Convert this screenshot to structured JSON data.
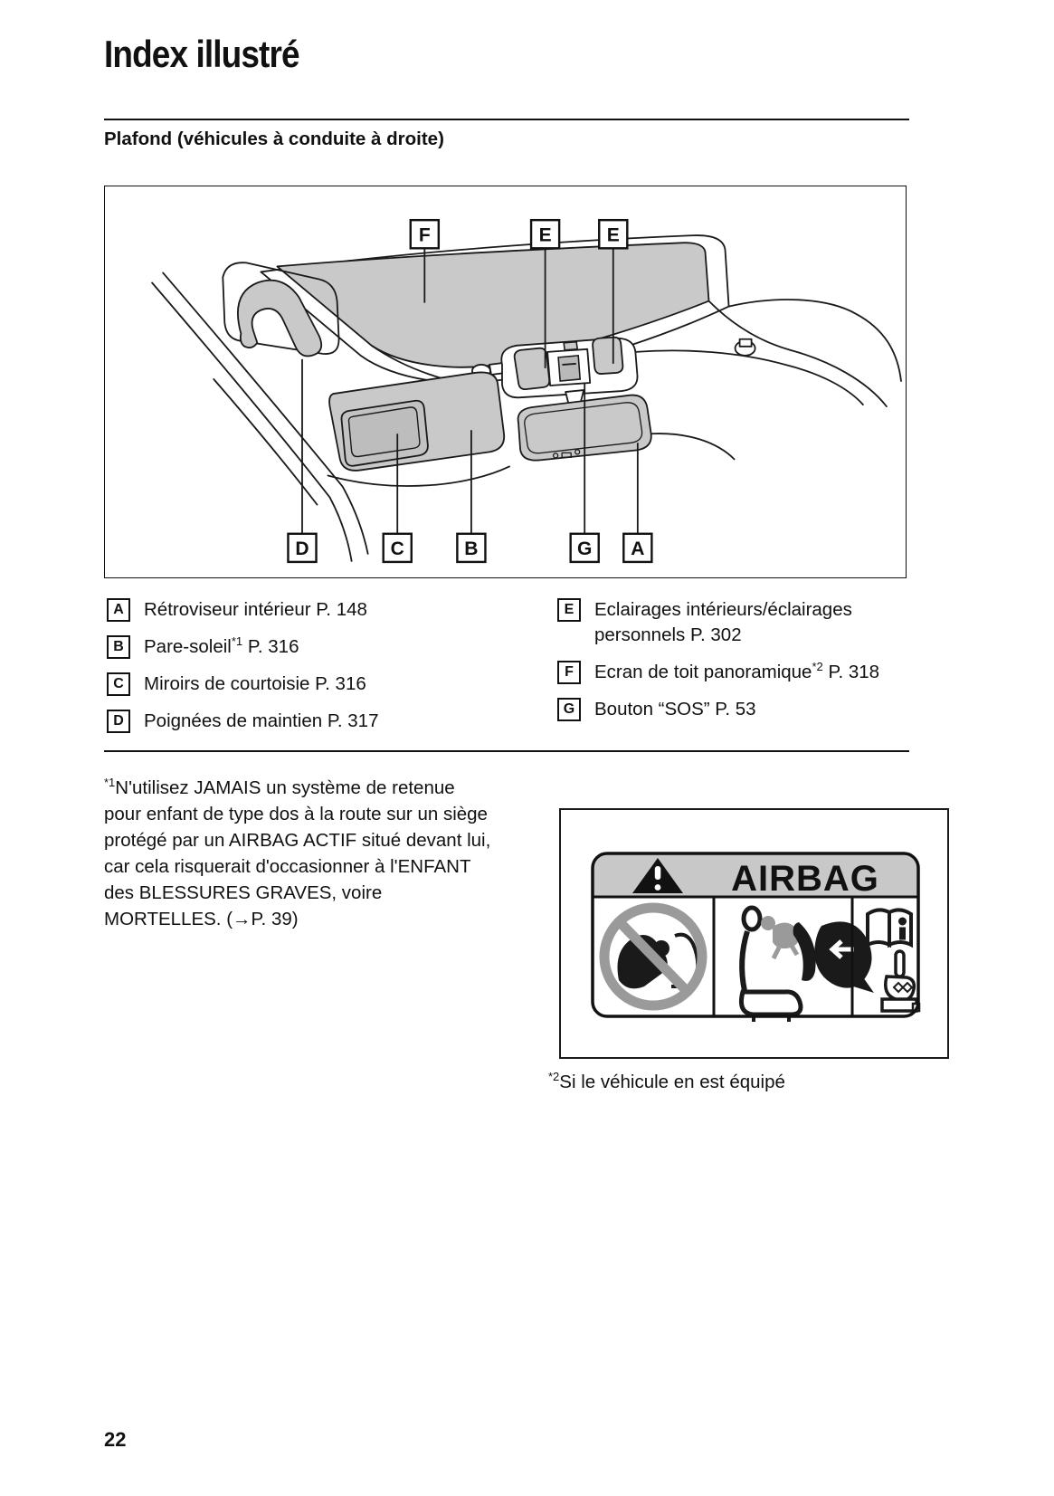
{
  "page": {
    "title": "Index illustré",
    "section_heading": "Plafond (véhicules à conduite à droite)",
    "page_number": "22"
  },
  "diagram": {
    "top_labels": [
      {
        "letter": "F"
      },
      {
        "letter": "E"
      },
      {
        "letter": "E"
      }
    ],
    "bottom_labels": [
      {
        "letter": "D"
      },
      {
        "letter": "C"
      },
      {
        "letter": "B"
      },
      {
        "letter": "G"
      },
      {
        "letter": "A"
      }
    ]
  },
  "legend": {
    "left": [
      {
        "letter": "A",
        "t1": "Rétroviseur intérieur P. 148",
        "sup": "",
        "t2": ""
      },
      {
        "letter": "B",
        "t1": "Pare-soleil",
        "sup": "*1",
        "t2": " P. 316"
      },
      {
        "letter": "C",
        "t1": "Miroirs de courtoisie P. 316",
        "sup": "",
        "t2": ""
      },
      {
        "letter": "D",
        "t1": "Poignées de maintien P. 317",
        "sup": "",
        "t2": ""
      }
    ],
    "right": [
      {
        "letter": "E",
        "t1": "Eclairages intérieurs/éclairages personnels P. 302",
        "sup": "",
        "t2": ""
      },
      {
        "letter": "F",
        "t1": "Ecran de toit panoramique",
        "sup": "*2",
        "t2": " P. 318"
      },
      {
        "letter": "G",
        "t1": "Bouton “SOS” P. 53",
        "sup": "",
        "t2": ""
      }
    ]
  },
  "footnotes": {
    "note1_sup": "*1",
    "note1_text": "N'utilisez JAMAIS un système de retenue pour enfant de type dos à la route sur un siège protégé par un AIRBAG ACTIF situé devant lui, car cela risquerait d'occasionner à l'ENFANT des BLESSURES GRAVES, voire MORTELLES. (→P. 39)",
    "note2_sup": "*2",
    "note2_text": "Si le véhicule en est équipé"
  },
  "airbag_label": {
    "title": "AIRBAG"
  },
  "colors": {
    "ink": "#111111",
    "diagram_gray": "#c9c9c9",
    "label_header_gray": "#c8c8c8",
    "prohibition_gray": "#9a9a9a"
  }
}
